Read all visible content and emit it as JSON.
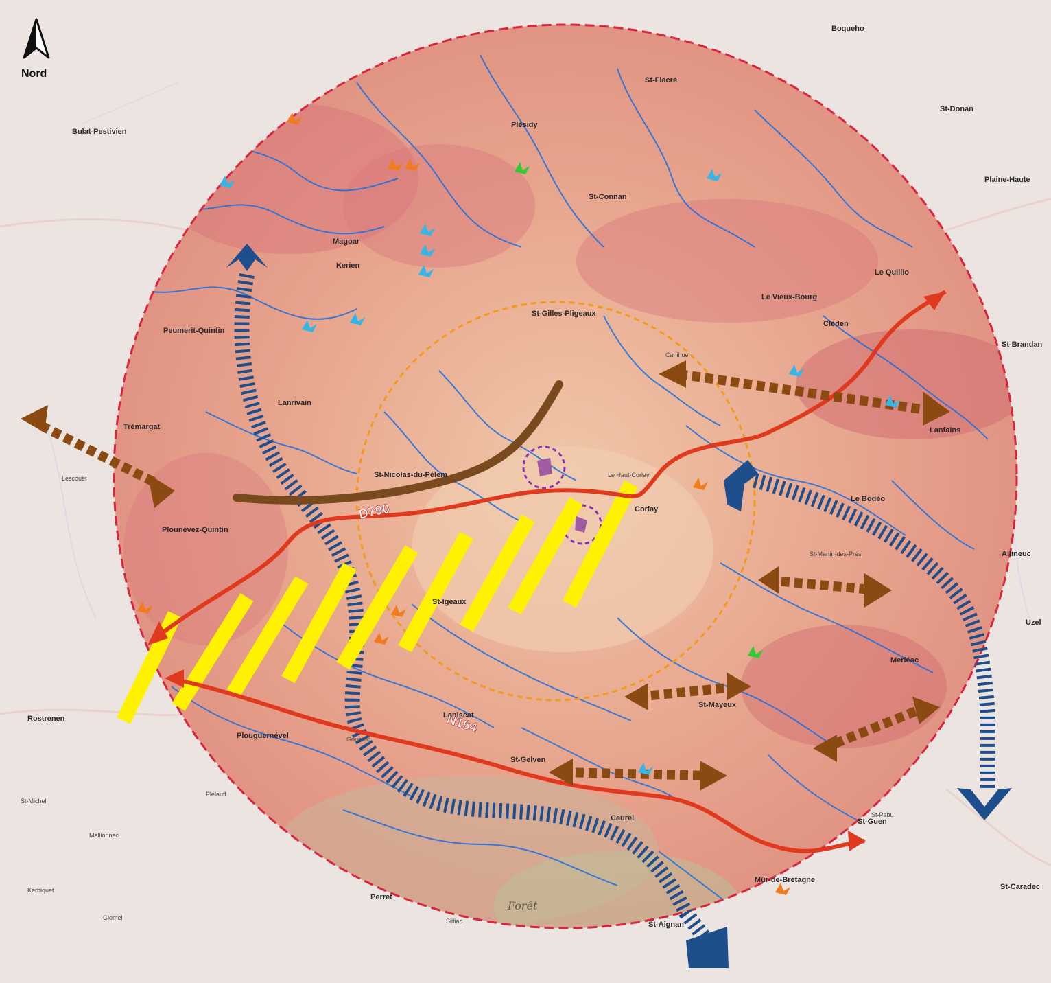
{
  "compass": {
    "label": "Nord",
    "icon": "north-arrow-icon"
  },
  "roads": [
    {
      "label": "D790",
      "icon": "road-label-icon"
    },
    {
      "label": "N164",
      "icon": "road-label-icon"
    }
  ],
  "towns": [
    "Corlay",
    "St-Nicolas-du-Pélem",
    "Plounévez-Quintin",
    "Lanrivain",
    "Magoar",
    "Plésidy",
    "St-Gilles-Pligeaux",
    "St-Connan",
    "Laniscat",
    "St-Gelven",
    "Mûr-de-Bretagne",
    "St-Guen",
    "Merléac",
    "Le Haut-Corlay",
    "St-Mayeux",
    "Plouguernével",
    "Rostrenen",
    "Uzel",
    "Le Bodéo",
    "St-Fiacre",
    "Bulat-Pestivien",
    "St-Donan",
    "Lanfains",
    "Kerien",
    "Peumerit-Quintin",
    "Trémargat",
    "St-Igeaux",
    "Caurel",
    "St-Aignan",
    "Perret",
    "Forêt",
    "St-Caradec",
    "Le Quillio",
    "Allineuc",
    "Boqueho",
    "Plaine-Haute",
    "St-Brandan",
    "Cléden",
    "Le Vieux-Bourg",
    "Canihuel",
    "St-Martin-des-Prés",
    "Gouarec",
    "Silfiac",
    "Plélauff",
    "Mellionnec",
    "Kerbiquet",
    "St-Michel",
    "Glomel",
    "St-Pabu",
    "Lescouët"
  ],
  "colors": {
    "circle_border": "#d7263d",
    "road_main": "#e03a1e",
    "road_secondary": "#7a4a1f",
    "corridor_yellow": "#fff200",
    "blue_corridor": "#1f4e8c",
    "brown_arrow": "#8b4a12",
    "water": "#1a6fe0",
    "relief_pink": "#e8908a",
    "buffer_orange": "#f39a1e",
    "site_purple": "#8a2fb5"
  }
}
